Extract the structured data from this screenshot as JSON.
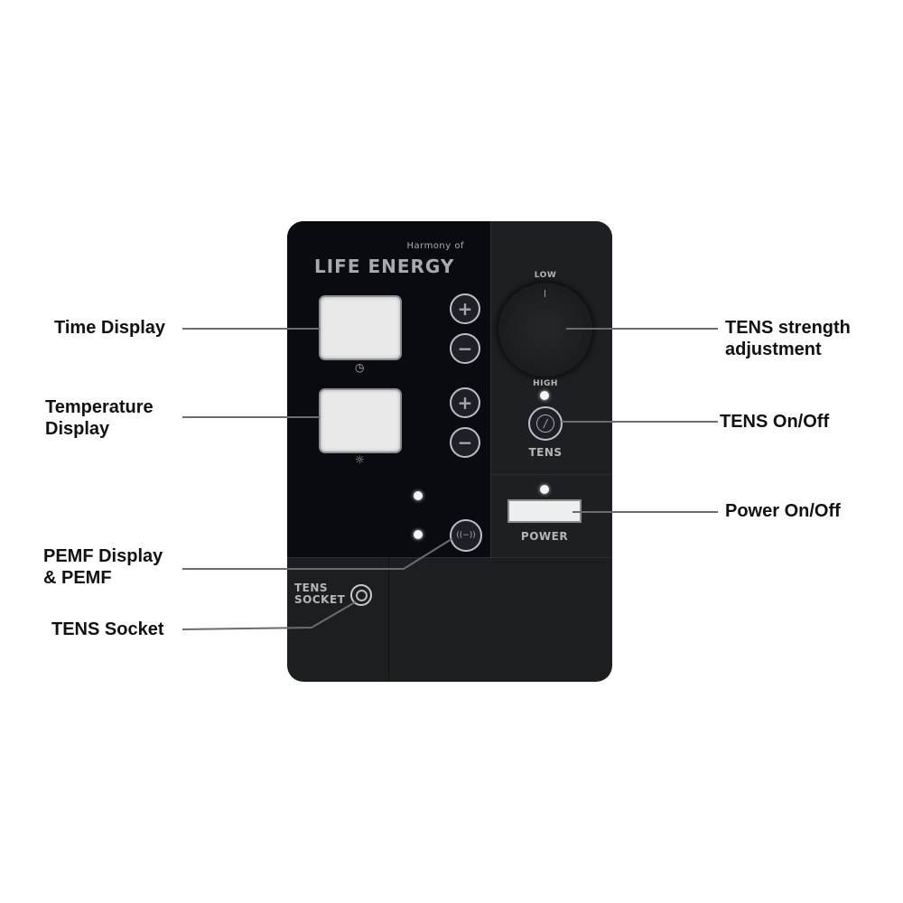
{
  "device": {
    "brand_subtitle": "Harmony of",
    "brand_title": "LIFE ENERGY",
    "time_display": {
      "icon": "clock-icon",
      "icon_glyph": "◷",
      "plus": "+",
      "minus": "−"
    },
    "temperature_display": {
      "icon": "sun-icon",
      "icon_glyph": "☼",
      "plus": "+",
      "minus": "−"
    },
    "pemf_button_glyph": "((−))",
    "tens_socket_label_line1": "TENS",
    "tens_socket_label_line2": "SOCKET",
    "knob_low_label": "LOW",
    "knob_high_label": "HIGH",
    "tens_button_glyph": "/",
    "tens_label": "TENS",
    "power_label": "POWER"
  },
  "callouts": {
    "time_display": "Time Display",
    "temperature_display_line1": "Temperature",
    "temperature_display_line2": "Display",
    "pemf_line1": "PEMF Display",
    "pemf_line2": "& PEMF",
    "tens_socket": "TENS Socket",
    "tens_strength_line1": "TENS strength",
    "tens_strength_line2": "adjustment",
    "tens_onoff": "TENS On/Off",
    "power_onoff": "Power On/Off"
  },
  "colors": {
    "panel_dark": "#090b10",
    "panel_gray": "#1c1e21",
    "lcd": "#e9e9e9",
    "leader_line": "#6b6c6e"
  }
}
